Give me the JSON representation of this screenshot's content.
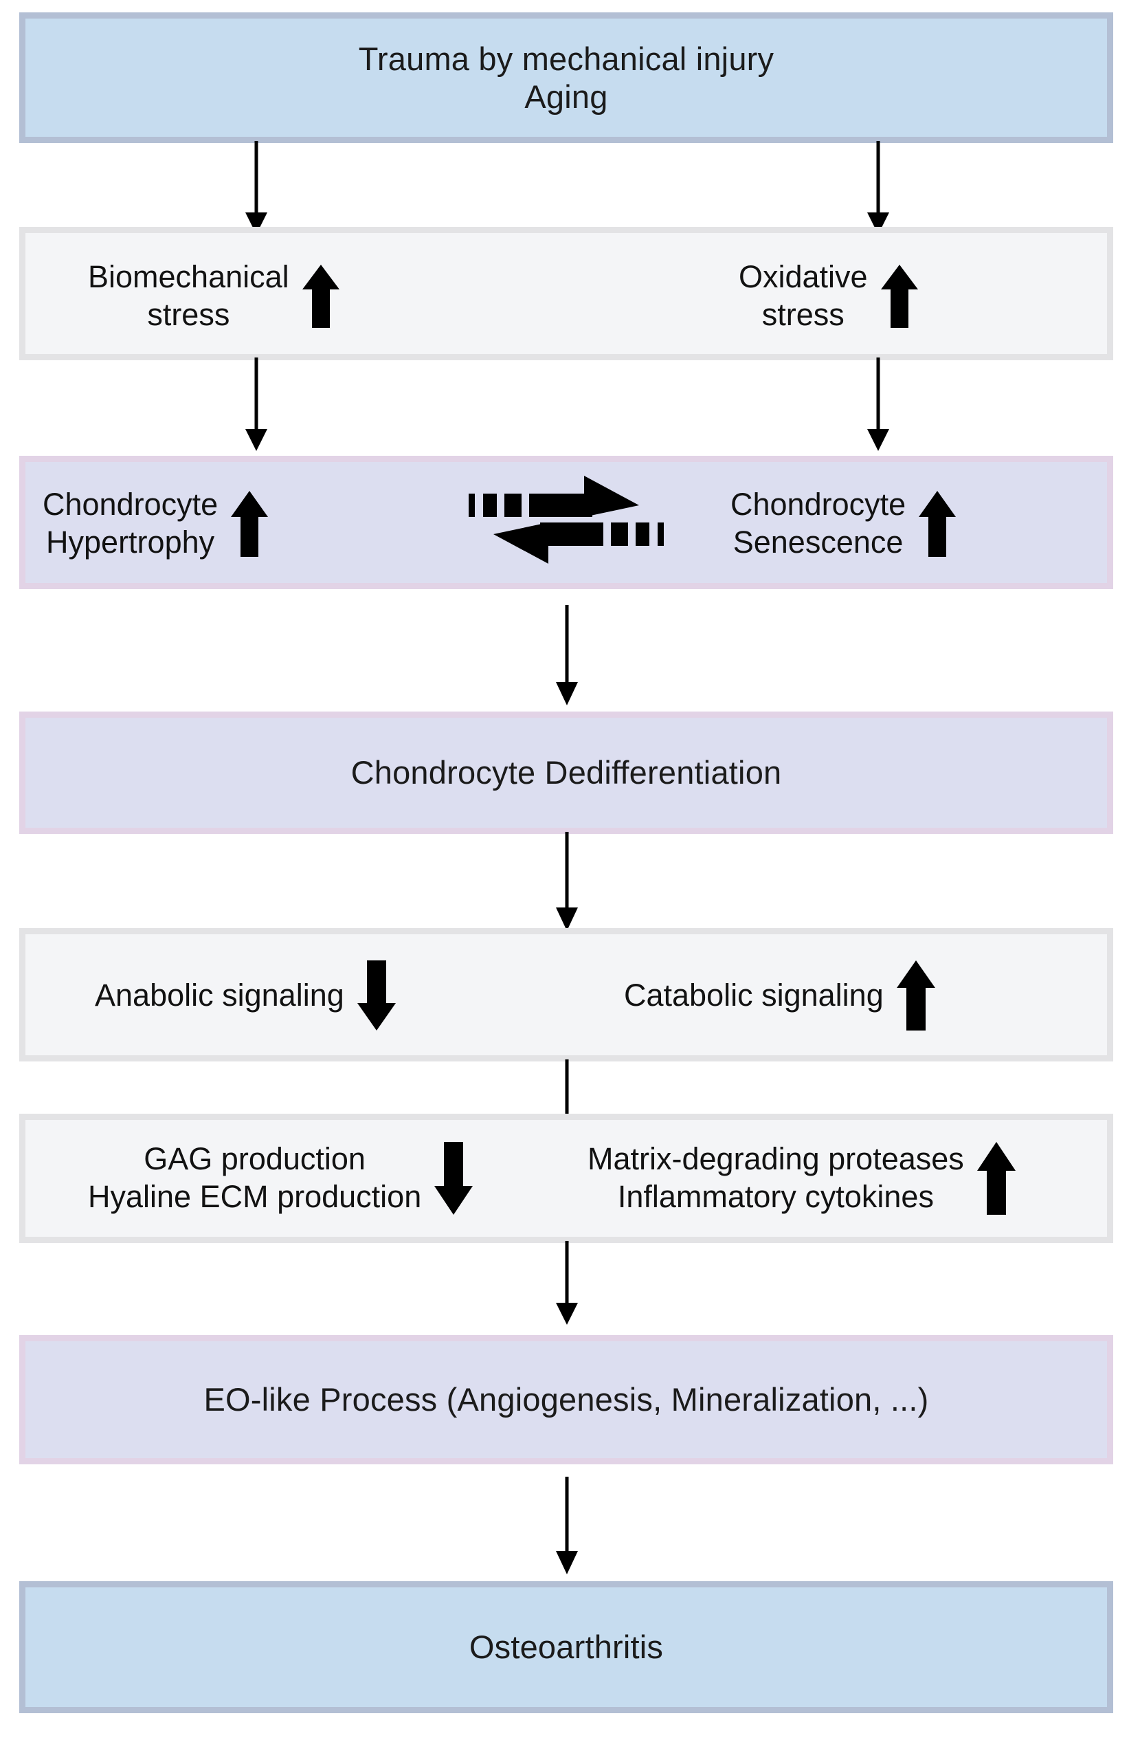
{
  "diagram": {
    "title": "Chondrocyte dedifferentiation pathway to osteoarthritis",
    "colors": {
      "blue_fill": "#c6dcef",
      "blue_border": "#b3bfd4",
      "purple_fill": "#dcdef0",
      "purple_border": "#e2d3e6",
      "grey_fill": "#f4f5f7",
      "grey_border": "#e3e3e5",
      "text": "#1b1b1b",
      "arrow": "#000000"
    },
    "nodes": {
      "trauma": {
        "label": "Trauma by mechanical injury\nAging",
        "style": "blue"
      },
      "biomechanical_stress": {
        "label": "Biomechanical\nstress",
        "trend": "up"
      },
      "oxidative_stress": {
        "label": "Oxidative\nstress",
        "trend": "up"
      },
      "chondrocyte_hypertrophy": {
        "label": "Chondrocyte\nHypertrophy",
        "trend": "up"
      },
      "chondrocyte_senescence": {
        "label": "Chondrocyte\nSenescence",
        "trend": "up"
      },
      "dedifferentiation": {
        "label": "Chondrocyte Dedifferentiation",
        "style": "purple"
      },
      "anabolic_signaling": {
        "label": "Anabolic signaling",
        "trend": "down"
      },
      "catabolic_signaling": {
        "label": "Catabolic signaling",
        "trend": "up"
      },
      "gag_production": {
        "label": "GAG production\nHyaline ECM production",
        "trend": "down"
      },
      "proteases_cytokines": {
        "label": "Matrix-degrading proteases\nInflammatory cytokines",
        "trend": "up"
      },
      "eo_like_process": {
        "label": "EO-like Process (Angiogenesis, Mineralization, ...)",
        "style": "purple"
      },
      "osteoarthritis": {
        "label": "Osteoarthritis",
        "style": "blue"
      }
    },
    "icons": {
      "up_arrow": "up-arrow-icon",
      "down_arrow": "down-arrow-icon",
      "dashed_double_arrow": "dashed-double-arrow-icon",
      "flow_arrow": "flow-arrow-icon"
    },
    "edges": [
      {
        "from": "trauma",
        "to": "biomechanical_stress"
      },
      {
        "from": "trauma",
        "to": "oxidative_stress"
      },
      {
        "from": "biomechanical_stress",
        "to": "chondrocyte_hypertrophy"
      },
      {
        "from": "oxidative_stress",
        "to": "chondrocyte_senescence"
      },
      {
        "from": "chondrocyte_hypertrophy",
        "to": "chondrocyte_senescence",
        "kind": "dashed-bidirectional"
      },
      {
        "from": "chondrocyte_row",
        "to": "dedifferentiation"
      },
      {
        "from": "dedifferentiation",
        "to": "signaling_row"
      },
      {
        "from": "signaling_row",
        "to": "production_row"
      },
      {
        "from": "production_row",
        "to": "eo_like_process"
      },
      {
        "from": "eo_like_process",
        "to": "osteoarthritis"
      }
    ]
  }
}
